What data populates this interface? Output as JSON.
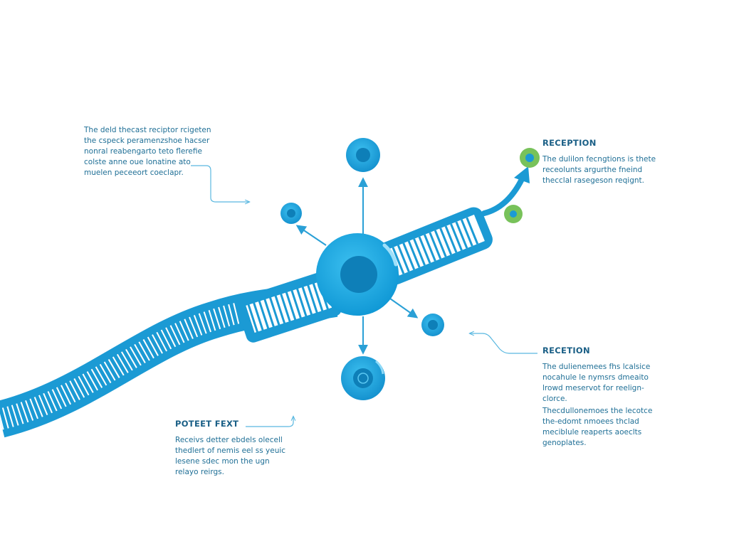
{
  "colors": {
    "primary_blue": "#1fa7e0",
    "dark_blue": "#0e7fb8",
    "light_blue": "#7fd3f5",
    "text_blue": "#1f6f96",
    "ligand_green": "#78c25a"
  },
  "notes": {
    "top_left": {
      "lines": [
        "The deld thecast reciptor rcigeten",
        "the cspeck peramenzshoe hacser",
        "nonral reabengarto teto flerefie",
        "colste anne oue lonatine ato",
        "muelen peceeort coeclapr."
      ]
    },
    "reception_1": {
      "heading": "RECEPTION",
      "lines": [
        "The dulilon fecngtions is thete",
        "receolunts argurthe fneind",
        "thecclal rasegeson reqignt."
      ]
    },
    "reception_2": {
      "heading": "RECETION",
      "lines": [
        "The dulienemees fhs lcalsice",
        "nocahule le nymsrs dmeaito",
        "lrowd meservot for reelign-",
        "clorce."
      ],
      "lines_b": [
        "Thecdullonemoes the lecotce",
        "the-edomt nmoees thclad",
        "meciblule reaperts aoeclts",
        "genoplates."
      ]
    },
    "potent": {
      "heading": "POTEET FEXT",
      "lines": [
        "Receivs detter ebdels olecell",
        "thedlert of nemis eel ss yeuic",
        "lesene sdec mon the ugn",
        "relayo reirgs."
      ]
    }
  }
}
